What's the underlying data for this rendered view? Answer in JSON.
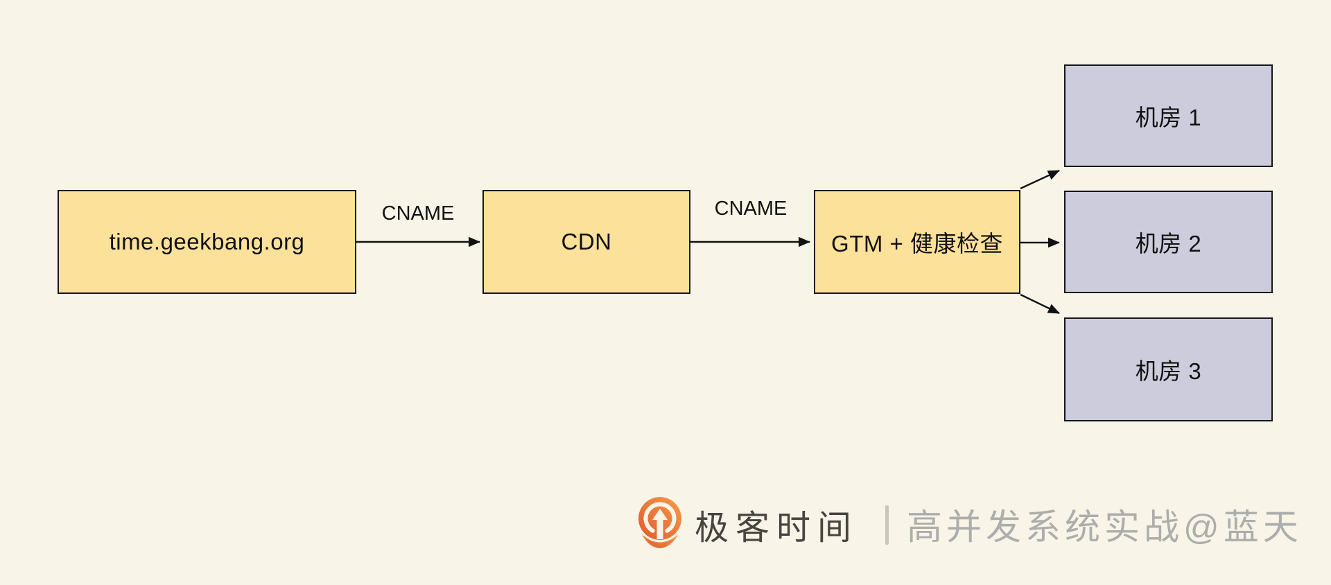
{
  "canvas": {
    "background_color": "#F8F5E8",
    "box_yellow_color": "#FBE19A",
    "box_gray_color": "#CDCCDC",
    "border_color": "#15151A"
  },
  "diagram": {
    "nodes": [
      {
        "id": "origin",
        "label": "time.geekbang.org",
        "style": "yellow"
      },
      {
        "id": "cdn",
        "label": "CDN",
        "style": "yellow"
      },
      {
        "id": "gtm",
        "label": "GTM + 健康检查",
        "style": "yellow"
      },
      {
        "id": "idc1",
        "label": "机房 1",
        "style": "gray"
      },
      {
        "id": "idc2",
        "label": "机房 2",
        "style": "gray"
      },
      {
        "id": "idc3",
        "label": "机房 3",
        "style": "gray"
      }
    ],
    "edges": [
      {
        "from": "origin",
        "to": "cdn",
        "label": "CNAME"
      },
      {
        "from": "cdn",
        "to": "gtm",
        "label": "CNAME"
      },
      {
        "from": "gtm",
        "to": "idc1",
        "label": ""
      },
      {
        "from": "gtm",
        "to": "idc2",
        "label": ""
      },
      {
        "from": "gtm",
        "to": "idc3",
        "label": ""
      }
    ]
  },
  "footer": {
    "logo_icon": "geektime-logo",
    "brand": "极客时间",
    "watermark": "高并发系统实战@蓝天",
    "brand_color": "#48443F",
    "watermark_color": "#ADADAC",
    "logo_orange_dark": "#E05A2B",
    "logo_orange_light": "#F59B4B"
  }
}
